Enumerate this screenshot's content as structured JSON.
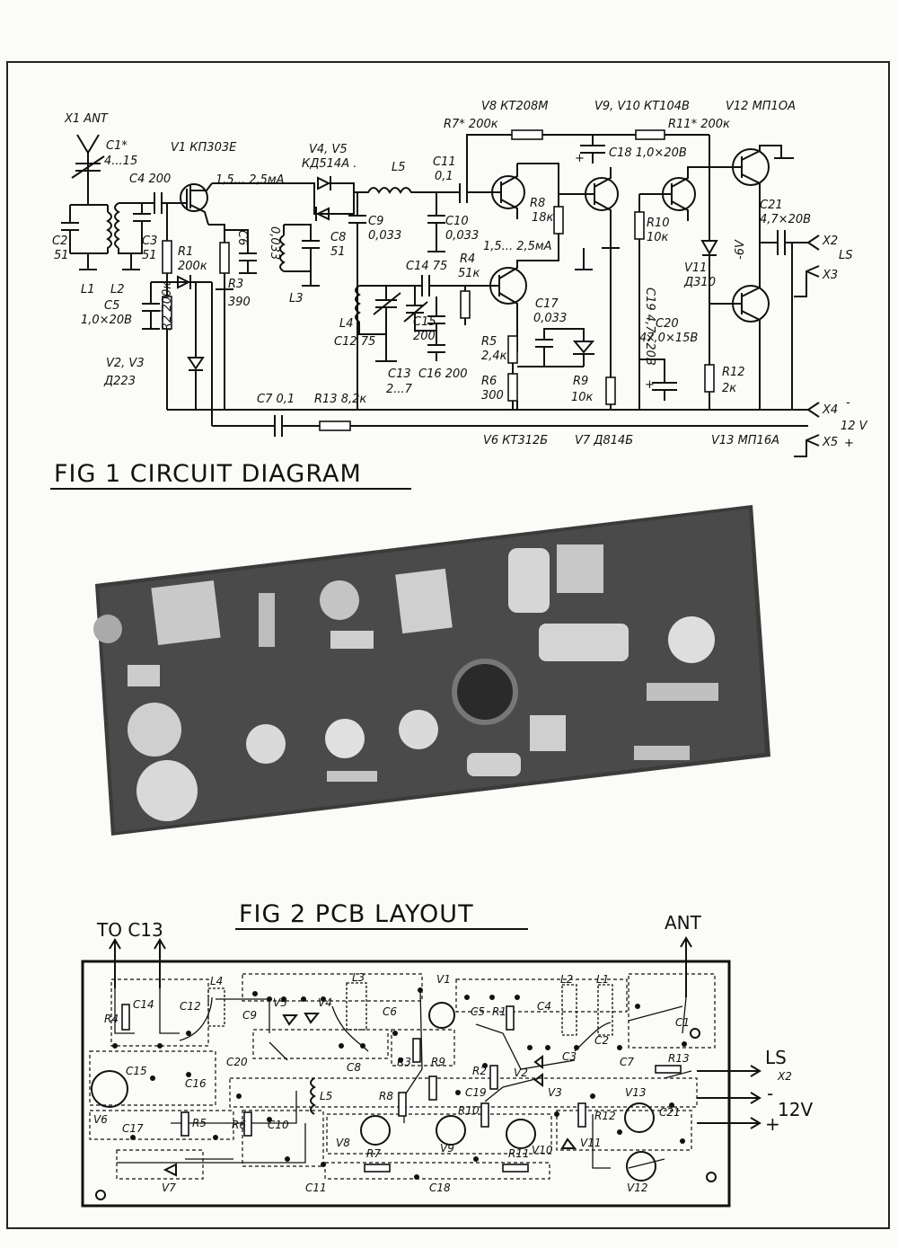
{
  "fig1": {
    "title": "FIG 1  CIRCUIT DIAGRAM",
    "labels": {
      "x1": "X1 ANT",
      "c1": "C1*",
      "c1v": "4...15",
      "c4": "C4 200",
      "v1": "V1 КП303Е",
      "current1": "1,5... 2,5мА",
      "v45": "V4, V5",
      "v45t": "КД514А .",
      "l5": "L5",
      "c11": "C11",
      "c11v": "0,1",
      "v8": "V8 КТ208М",
      "r7": "R7* 200к",
      "v910": "V9, V10 КТ104В",
      "r11": "R11* 200к",
      "v12": "V12 МП1ОА",
      "c18": "C18 1,0×20В",
      "c2": "C2",
      "c2v": "51",
      "l1": "L1",
      "l2": "L2",
      "c3": "C3",
      "c3v": "51",
      "r1": "R1",
      "r1v": "200к",
      "r3": "R3",
      "r3v": "390",
      "c6": "C6",
      "c6v": "0,033",
      "l3": "L3",
      "c8": "C8",
      "c8v": "51",
      "c9": "C9",
      "c9v": "0,033",
      "c10": "C10",
      "c10v": "0,033",
      "r8": "R8",
      "r8v": "18к",
      "r10": "R10",
      "r10v": "10к",
      "c21": "C21",
      "c21v": "4,7×20В",
      "minus6": "-6V",
      "x2": "X2",
      "ls": "LS",
      "x3": "X3",
      "current2": "1,5... 2,5мА",
      "c14": "C14 75",
      "r4": "R4",
      "r4v": "51к",
      "v11": "V11",
      "v11t": "Д310",
      "c19": "C19 4,7×20В",
      "c5": "C5",
      "c5v": "1,0×20В",
      "r2": "R2 200к",
      "c17": "C17",
      "c17v": "0,033",
      "l4": "L4",
      "c12": "C12 75",
      "c15": "C15",
      "c15v": "200",
      "c16": "C16 200",
      "c20": "C20",
      "c20v": "47,0×15В",
      "r5": "R5",
      "r5v": "2,4к",
      "v23": "V2, V3",
      "v23t": "Д223",
      "c13": "C13",
      "c13v": "2...7",
      "r6": "R6",
      "r6v": "300",
      "r9": "R9",
      "r9v": "10к",
      "r12": "R12",
      "r12v": "2к",
      "c7": "C7 0,1",
      "r13": "R13 8,2к",
      "x4": "X4",
      "minus": "-",
      "v12volt": "12 V",
      "x5": "X5",
      "plus": "+",
      "v6": "V6 КТ312Б",
      "v7": "V7 Д814Б",
      "v13": "V13 МП16А"
    }
  },
  "fig2": {
    "title": "FIG 2   PCB LAYOUT",
    "to_c13": "TO C13",
    "ant": "ANT",
    "ls": "LS",
    "x2": "X2",
    "minus": "-",
    "v12volt": "12V",
    "plus": "+",
    "parts": [
      "R4",
      "C14",
      "C12",
      "L4",
      "C9",
      "V5",
      "V4",
      "L3",
      "V1",
      "C6",
      "C5",
      "R1",
      "C4",
      "L2",
      "L1",
      "C1",
      "C8",
      "C3",
      "C2",
      "R3",
      "R9",
      "R2",
      "V2",
      "C7",
      "R13",
      "C15",
      "C20",
      "C16",
      "L5",
      "R8",
      "C19",
      "V3",
      "V6",
      "R5",
      "R6",
      "C10",
      "R10",
      "V13",
      "R12",
      "C21",
      "C17",
      "V8",
      "V9",
      "V10",
      "V11",
      "V7",
      "C11",
      "R7",
      "C18",
      "R11",
      "V12"
    ]
  }
}
